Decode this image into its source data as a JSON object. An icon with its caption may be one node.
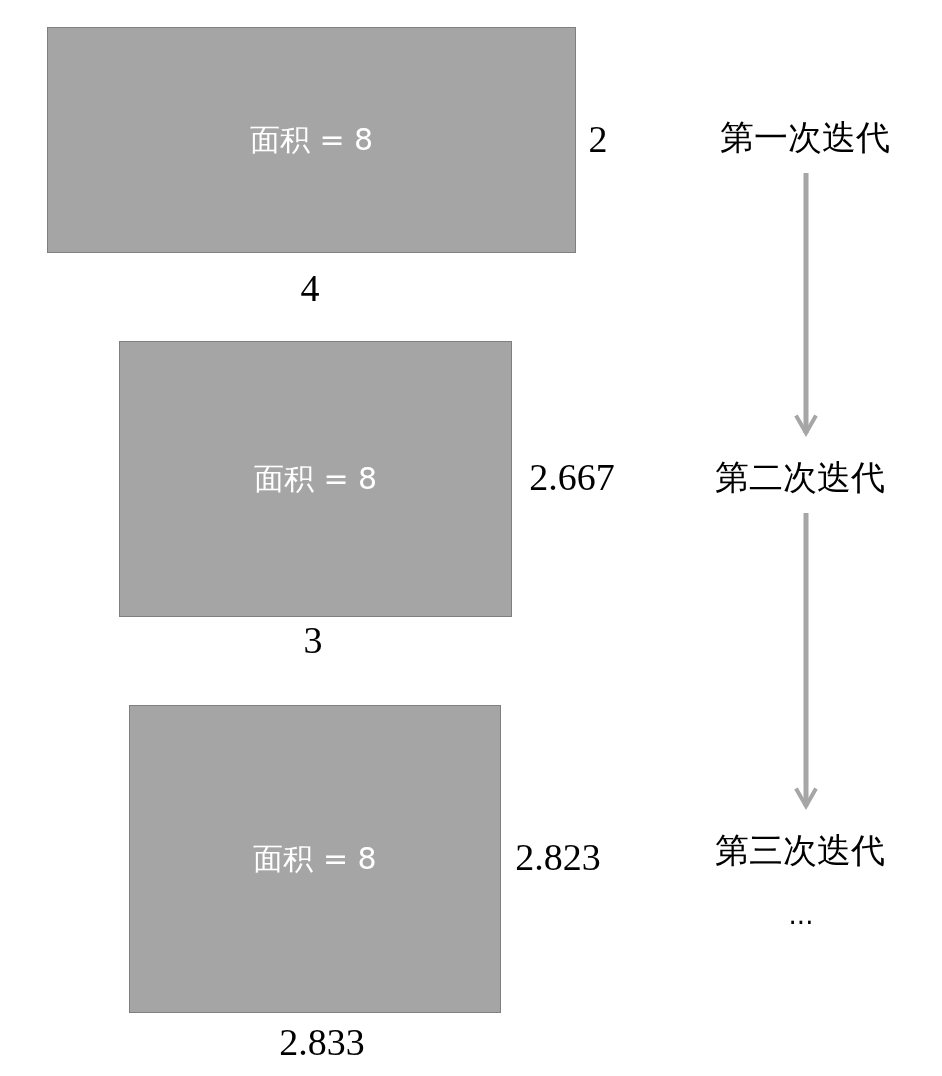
{
  "diagram": {
    "nodes": [
      {
        "text": [
          "面积 = 8"
        ],
        "beside": [
          "2",
          "4"
        ]
      },
      {
        "text": [
          "面积 = 8"
        ],
        "beside": [
          "2.667",
          "3"
        ]
      },
      {
        "text": [
          "面积 = 8"
        ],
        "beside": [
          "2.823",
          "2.833"
        ]
      },
      {
        "text": [
          "第一次迭代"
        ]
      },
      {
        "text": [
          "第二次迭代"
        ]
      },
      {
        "text": [
          "第三次迭代"
        ]
      }
    ],
    "edges": [
      {
        "from": 3,
        "to": 4,
        "arrow": "to"
      },
      {
        "from": 4,
        "to": 5,
        "arrow": "to"
      }
    ],
    "labels": [
      "..."
    ]
  }
}
